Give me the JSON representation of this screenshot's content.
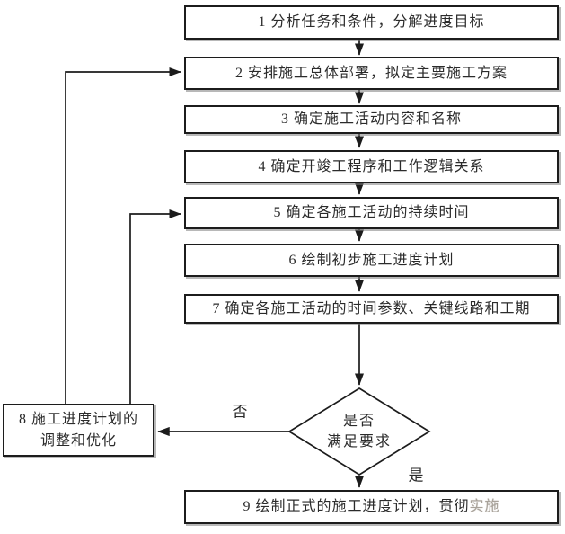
{
  "colors": {
    "line": "#1c1c1c",
    "text": "#2b2b2b",
    "background": "#ffffff"
  },
  "steps": [
    {
      "label": "1 分析任务和条件，分解进度目标"
    },
    {
      "label": "2 安排施工总体部署，拟定主要施工方案"
    },
    {
      "label": "3 确定施工活动内容和名称"
    },
    {
      "label": "4 确定开竣工程序和工作逻辑关系"
    },
    {
      "label": "5 确定各施工活动的持续时间"
    },
    {
      "label": "6 绘制初步施工进度计划"
    },
    {
      "label": "7 确定各施工活动的时间参数、关键线路和工期"
    },
    {
      "label": "8 施工进度计划的调整和优化"
    },
    {
      "label": "9 绘制正式的施工进度计划，贯彻",
      "faded": "实施"
    }
  ],
  "decision": {
    "line1": "是否",
    "line2": "满足要求"
  },
  "edge_labels": {
    "no": "否",
    "yes": "是"
  }
}
